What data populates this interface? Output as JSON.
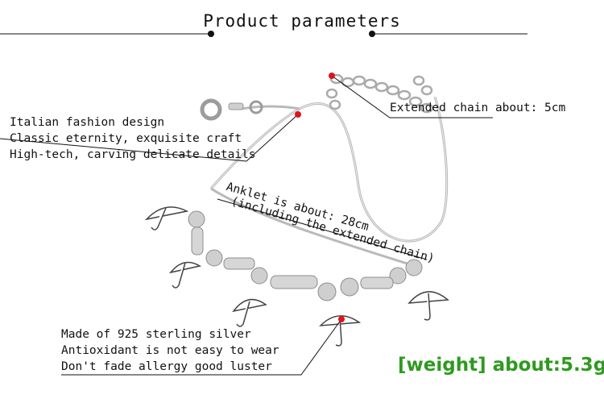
{
  "header": {
    "title": "Product parameters"
  },
  "callouts": {
    "design": [
      "Italian fashion design",
      "Classic eternity, exquisite craft",
      "High-tech, carving delicate details"
    ],
    "chain": "Extended chain about: 5cm",
    "length": [
      "Anklet is about: 28cm",
      "(including the extended chain)"
    ],
    "material": [
      "Made of 925 sterling silver",
      "Antioxidant is not easy to wear",
      "Don't fade allergy good luster"
    ]
  },
  "weight": "[weight] about:5.3g",
  "colors": {
    "marker": "#e0141b",
    "weight_text": "#2e9a1f",
    "silver": "#b9b9b9"
  }
}
